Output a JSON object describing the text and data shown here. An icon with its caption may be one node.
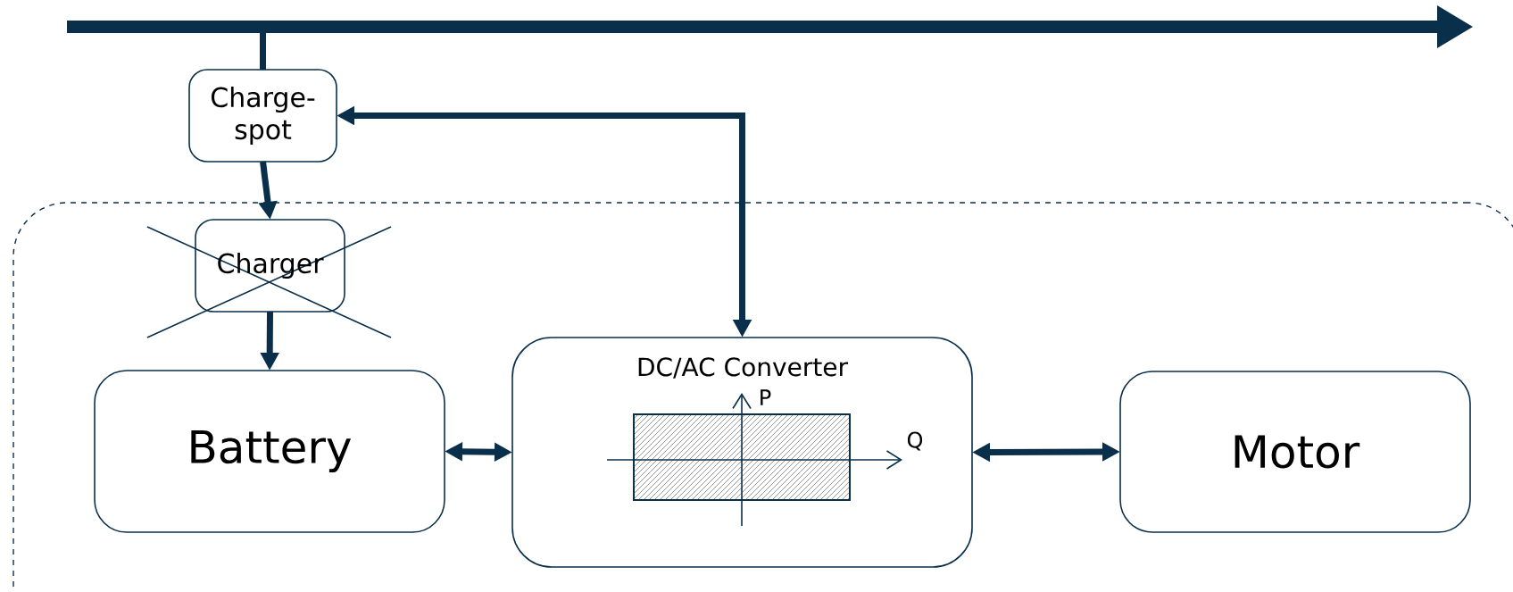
{
  "diagram": {
    "nodes": [
      {
        "text": [],
        "shape": "bar"
      },
      {
        "text": [
          "Charge-spot"
        ]
      },
      {
        "text": [],
        "shape": "box"
      },
      {
        "text": [
          "Charger"
        ],
        "in": 2
      },
      {
        "text": [
          "Battery"
        ],
        "in": 2
      },
      {
        "text": [
          "DC/AC Converter"
        ],
        "in": 2
      },
      {
        "text": [
          "Motor"
        ],
        "in": 2
      }
    ],
    "edges": [
      {
        "from": 0,
        "to": 1,
        "arrow": "none"
      },
      {
        "from": 1,
        "to": 3,
        "arrow": "to"
      },
      {
        "from": 3,
        "to": 4,
        "arrow": "to"
      },
      {
        "from": 5,
        "to": 1,
        "arrow": "both"
      },
      {
        "from": 4,
        "to": 5,
        "arrow": "both"
      },
      {
        "from": 5,
        "to": 6,
        "arrow": "both"
      }
    ],
    "labels": [
      "P",
      "Q"
    ]
  }
}
